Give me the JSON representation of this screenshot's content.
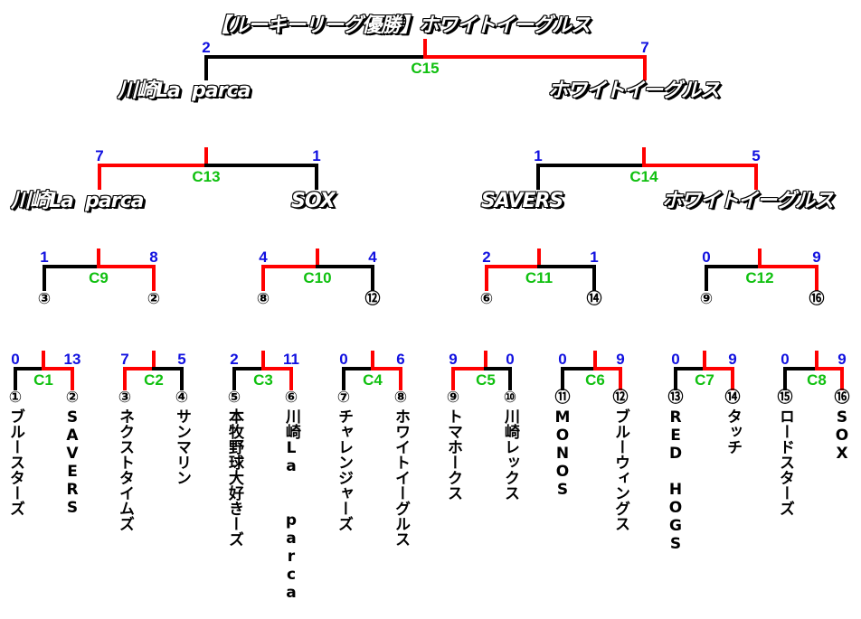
{
  "title": "【ルーキーリーグ優勝】ホワイトイーグルス",
  "colors": {
    "win_line": "#ff0000",
    "lose_line": "#000000",
    "score": "#1010e0",
    "match_label": "#10c010"
  },
  "final": {
    "label": "C15",
    "left_score": "2",
    "right_score": "7",
    "left_team": "川崎La  parca",
    "right_team": "ホワイトイーグルス",
    "winner": "right"
  },
  "semis": [
    {
      "label": "C13",
      "left_score": "7",
      "right_score": "1",
      "left_team": "川崎La  parca",
      "right_team": "SOX",
      "winner": "left"
    },
    {
      "label": "C14",
      "left_score": "1",
      "right_score": "5",
      "left_team": "SAVERS",
      "right_team": "ホワイトイーグルス",
      "winner": "right"
    }
  ],
  "quarters": [
    {
      "label": "C9",
      "left_score": "1",
      "right_score": "8",
      "left_seed": "③",
      "right_seed": "②",
      "winner": "right"
    },
    {
      "label": "C10",
      "left_score": "4",
      "right_score": "4",
      "left_seed": "⑧",
      "right_seed": "⑫",
      "winner": "left"
    },
    {
      "label": "C11",
      "left_score": "2",
      "right_score": "1",
      "left_seed": "⑥",
      "right_seed": "⑭",
      "winner": "left"
    },
    {
      "label": "C12",
      "left_score": "0",
      "right_score": "9",
      "left_seed": "⑨",
      "right_seed": "⑯",
      "winner": "right"
    }
  ],
  "first_round": [
    {
      "label": "C1",
      "left_score": "0",
      "right_score": "13",
      "winner": "right"
    },
    {
      "label": "C2",
      "left_score": "7",
      "right_score": "5",
      "winner": "left"
    },
    {
      "label": "C3",
      "left_score": "2",
      "right_score": "11",
      "winner": "right"
    },
    {
      "label": "C4",
      "left_score": "0",
      "right_score": "6",
      "winner": "right"
    },
    {
      "label": "C5",
      "left_score": "9",
      "right_score": "0",
      "winner": "left"
    },
    {
      "label": "C6",
      "left_score": "0",
      "right_score": "9",
      "winner": "right"
    },
    {
      "label": "C7",
      "left_score": "0",
      "right_score": "9",
      "winner": "right"
    },
    {
      "label": "C8",
      "left_score": "0",
      "right_score": "9",
      "winner": "right"
    }
  ],
  "teams": [
    {
      "seed": "①",
      "name": "ブルースターズ"
    },
    {
      "seed": "②",
      "name": "SAVERS"
    },
    {
      "seed": "③",
      "name": "ネクストタイムズ"
    },
    {
      "seed": "④",
      "name": "サンマリン"
    },
    {
      "seed": "⑤",
      "name": "本牧野球大好きーズ"
    },
    {
      "seed": "⑥",
      "name": "川崎La  parca"
    },
    {
      "seed": "⑦",
      "name": "チャレンジャーズ"
    },
    {
      "seed": "⑧",
      "name": "ホワイトイーグルス"
    },
    {
      "seed": "⑨",
      "name": "トマホークス"
    },
    {
      "seed": "⑩",
      "name": "川崎レックス"
    },
    {
      "seed": "⑪",
      "name": "MONOS"
    },
    {
      "seed": "⑫",
      "name": "ブルーウィングス"
    },
    {
      "seed": "⑬",
      "name": "RED HOGS"
    },
    {
      "seed": "⑭",
      "name": "タッチ"
    },
    {
      "seed": "⑮",
      "name": "ロードスターズ"
    },
    {
      "seed": "⑯",
      "name": "SOX"
    }
  ]
}
